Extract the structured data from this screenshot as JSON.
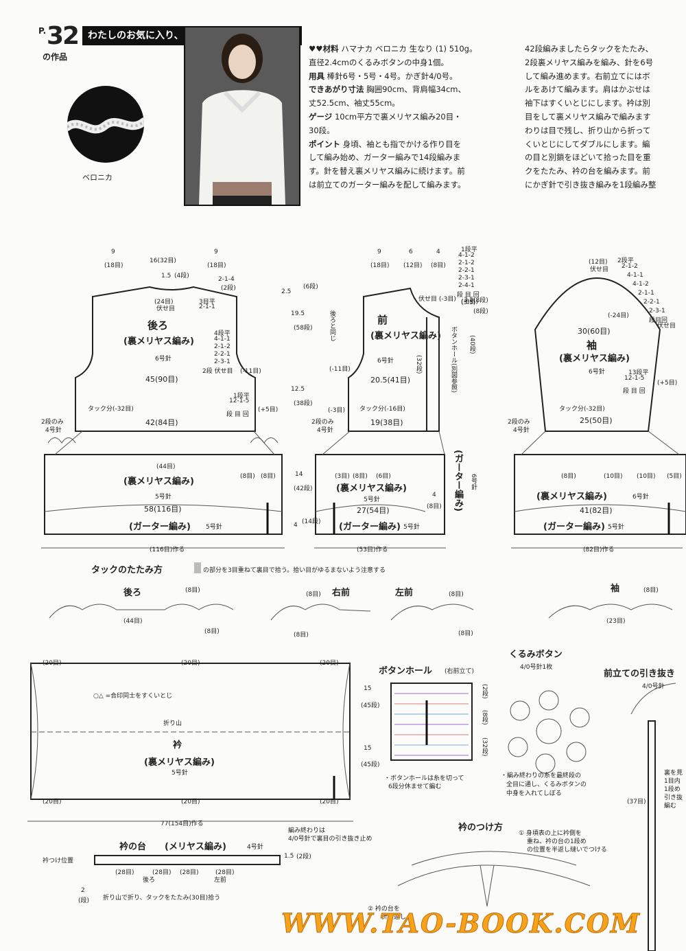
{
  "header": {
    "page_prefix": "P.",
    "page_number": "32",
    "page_suffix": "の作品",
    "title": "わたしのお気に入り、ニットジャケット&ボレロ"
  },
  "yarn_caption": "ベロニカ",
  "instructions_left": [
    {
      "label": "♥♥材料",
      "text": "ハマナカ ベロニカ 生なり (1) 510g。"
    },
    {
      "label": "",
      "text": "直径2.4cmのくるみボタンの中身1個。"
    },
    {
      "label": "用具",
      "text": "棒針6号・5号・4号。かぎ針4/0号。"
    },
    {
      "label": "できあがり寸法",
      "text": "胸囲90cm、背肩幅34cm、"
    },
    {
      "label": "",
      "text": "丈52.5cm、袖丈55cm。"
    },
    {
      "label": "ゲージ",
      "text": "10cm平方で裏メリヤス編み20目・"
    },
    {
      "label": "",
      "text": "30段。"
    },
    {
      "label": "ポイント",
      "text": "身頃、袖とも指でかける作り目を"
    },
    {
      "label": "",
      "text": "して編み始め、ガーター編みで14段編みま"
    },
    {
      "label": "",
      "text": "す。針を替え裏メリヤス編みに続けます。前"
    },
    {
      "label": "",
      "text": "は前立てのガーター編みを配して編みます。"
    }
  ],
  "instructions_right": [
    "42段編みましたらタックをたたみ、",
    "2段裏メリヤス編みを編み、針を6号",
    "して編み進めます。右前立てにはボ",
    "ルをあけて編みます。肩はかぶせは",
    "袖下はすくいとじにします。衿は別",
    "目をして裏メリヤス編みで編みます",
    "わりは目で残し、折り山から折って",
    "くいとじにしてダブルにします。編",
    "の目と別鎖をほどいて拾った目を重",
    "クをたたみ、衿の台を編みます。前",
    "にかぎ針で引き抜き編みを1段編み整"
  ],
  "back": {
    "title": "後ろ",
    "stitch": "(裏メリヤス編み)",
    "needle6": "6号針",
    "top_dims": [
      "9",
      "16(32目)",
      "9"
    ],
    "top_sub": [
      "(18目)",
      "(18目)"
    ],
    "neck": [
      "1.5",
      "(4段)",
      "(24目)",
      "伏せ目",
      "3目平",
      "2-1-1"
    ],
    "shoulder_rule": [
      "2-1-4",
      "(2段)"
    ],
    "arm_rule": [
      "4段平",
      "4-1-1",
      "2-1-2",
      "2-2-1",
      "2-3-1",
      "2段 伏せ目",
      "(-11目)"
    ],
    "width45": "45(90目)",
    "inc_rule": [
      "1段平",
      "12-1-5",
      "段 目 回",
      "(+5目)"
    ],
    "tuck": "タック分(-32目)",
    "width42": "42(84目)",
    "two_rows": [
      "2段のみ",
      "4号針"
    ],
    "lower_count": "(44目)",
    "lower_stitch": "(裏メリヤス編み)",
    "lower_needle": "5号針",
    "width58": "58(116目)",
    "garter": "(ガーター編み)",
    "garter_needle": "5号針",
    "cast_on": "(116目)作る",
    "marks8": [
      "(8目)",
      "(8目)"
    ],
    "side_dims": [
      "2.5",
      "(6段)",
      "19.5",
      "(58段)",
      "12.5",
      "(38段)",
      "14",
      "(42段)",
      "4",
      "(14段)"
    ]
  },
  "front": {
    "title": "前",
    "stitch": "(裏メリヤス編み)",
    "needle6": "6号針",
    "top_dims": [
      "9",
      "6",
      "4"
    ],
    "top_sub": [
      "(18目)",
      "(12目)",
      "(8目)"
    ],
    "neck_rule": [
      "1段平",
      "4-1-2",
      "2-1-2",
      "2-2-1",
      "2-3-1",
      "2-4-1",
      "段 目 回",
      "(-8目)"
    ],
    "side_label": "後ろと同じ",
    "neck_label": [
      "(3.5)",
      "(8段)",
      "伏せ目 (-3目)"
    ],
    "arm": "(-11目)",
    "placket": "(32段)",
    "placket2": [
      "3.5",
      "(8段)",
      "(40段)"
    ],
    "buttonhole": "ボタンホール(別図参照)",
    "width20": "20.5(41目)",
    "inc": "(-3目)",
    "tuck": "タック分(-16目)",
    "width19": "19(38目)",
    "two_rows": [
      "2段のみ",
      "4号針"
    ],
    "lower_stitch": "(裏メリヤス編み)",
    "lower_needle": "5号針",
    "width27": "27(54目)",
    "garter": "(ガーター編み)",
    "garter_needle": "5号針",
    "garter_side": "(ガーター編み)",
    "side_needle": "6号針",
    "num4": "4",
    "num8": "(8目)",
    "marks": [
      "(3目)",
      "(8目)",
      "(6目)"
    ],
    "cast_on": "(53目)作る"
  },
  "sleeve": {
    "title": "袖",
    "stitch": "(裏メリヤス編み)",
    "needle6": "6号針",
    "cap_rule": [
      "(12目)",
      "伏せ目",
      "2段平",
      "2-1-2",
      "4-1-1",
      "4-1-2",
      "2-1-1",
      "2-2-1",
      "2-3-1",
      "段目回",
      "伏せ目"
    ],
    "cap_dec": "(-24目)",
    "width30": "30(60目)",
    "inc_rule": [
      "13段平",
      "12-1-5",
      "段 目 回",
      "(+5目)"
    ],
    "tuck": "タック分(-32目)",
    "width25": "25(50目)",
    "two_rows": [
      "2段のみ",
      "4号針"
    ],
    "marks": [
      "(8目)",
      "(10目)",
      "(10目)",
      "(5目)"
    ],
    "lower_stitch": "(裏メリヤス編み)",
    "lower_needle": "6号針",
    "width41": "41(82目)",
    "garter": "(ガーター編み)",
    "garter_needle": "5号針",
    "cast_on": "(82目)作る"
  },
  "tuck_section": {
    "title": "タックのたたみ方",
    "note": "の部分を3目重ねて裏目で拾う。拾い目がゆるまないよう注意する",
    "labels": [
      "後ろ",
      "右前",
      "左前",
      "袖"
    ],
    "counts": [
      "(8目)",
      "(44目)",
      "(8目)",
      "(8目)",
      "(8目)",
      "(8目)",
      "(8目)",
      "(23目)",
      "(8目)"
    ]
  },
  "collar": {
    "title": "衿",
    "stitch": "(裏メリヤス編み)",
    "needle": "5号針",
    "legend": "○△ =合印同士をすくいとじ",
    "fold": "折り山",
    "top_counts": [
      "(20目)",
      "(20目)",
      "(20目)"
    ],
    "bottom_counts": [
      "(20目)",
      "(20目)",
      "(20目)"
    ],
    "side_dims": [
      "15",
      "(45段)",
      "15",
      "(45段)"
    ],
    "width": "77(154目)作る"
  },
  "collar_band": {
    "title": "衿の台",
    "stitch": "(メリヤス編み)",
    "needle": "4号針",
    "end_note": [
      "編み終わりは",
      "4/0号針で裏目の引き抜き止め"
    ],
    "attach": "衿つけ位置",
    "dims": [
      "1.5",
      "(2段)"
    ],
    "counts": [
      "(28目)",
      "(28目)",
      "(28目)",
      "(28目)"
    ],
    "side": [
      "後ろ",
      "左前"
    ],
    "bottom_note": "折り山で折り、タックをたたみ(30目)拾う",
    "two": [
      "2",
      "(段)"
    ]
  },
  "buttonhole": {
    "title": "ボタンホール",
    "sub": "(右前立て)",
    "dims": [
      "(2段)",
      "(8段)",
      "(32段)"
    ],
    "note": [
      "・ボタンホールは糸を切って",
      "6段分休ませて編む"
    ]
  },
  "button": {
    "title": "くるみボタン",
    "sub": "4/0号針1枚",
    "note": [
      "・編み終わりの糸を最終段の",
      "全目に通し、くるみボタンの",
      "中身を入れてしぼる"
    ]
  },
  "collar_attach": {
    "title": "衿のつけ方",
    "step1": [
      "① 身頃表の上に衿側を",
      "重ね、衿の台の1段め",
      "の位置を半返し縫いでつける"
    ],
    "step2": [
      "② 衿の台を",
      "折り返し"
    ]
  },
  "placket_edge": {
    "title": "前立ての引き抜き",
    "sub": "4/0号針",
    "rows": "(37目)",
    "note": [
      "裏を見",
      "1目内",
      "1段め",
      "引き抜",
      "編む"
    ]
  },
  "watermark": "WWW.TAO-BOOK.COM",
  "colors": {
    "black": "#111111",
    "line": "#3a3a3a",
    "light": "#9a9a9a",
    "watermark": "#f7a21b"
  }
}
